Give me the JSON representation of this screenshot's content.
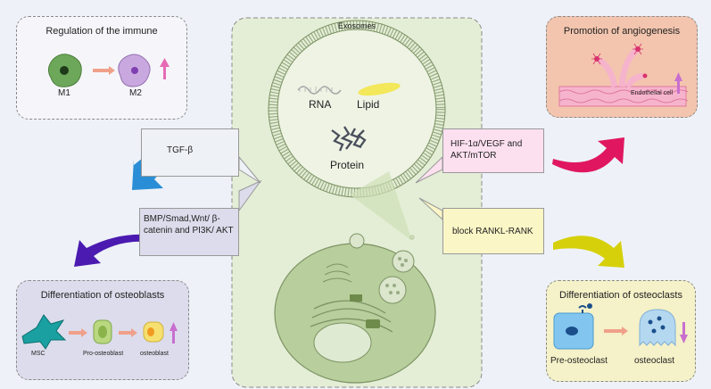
{
  "center": {
    "title": "Exosomes",
    "rna": "RNA",
    "lipid": "Lipid",
    "protein": "Protein"
  },
  "panels": {
    "immune": {
      "title": "Regulation of the immune",
      "m1": "M1",
      "m2": "M2"
    },
    "angio": {
      "title": "Promotion of angiogenesis",
      "cell": "Endothelial cell"
    },
    "osteoblast": {
      "title": "Differentiation of osteoblasts",
      "msc": "MSC",
      "pro": "Pro-osteoblast",
      "ob": "osteoblast"
    },
    "osteoclast": {
      "title": "Differentiation of osteoclasts",
      "pre": "Pre-osteoclast",
      "oc": "osteoclast"
    }
  },
  "callouts": {
    "tgf": "TGF-β",
    "hif": "HIF-1α/VEGF and AKT/mTOR",
    "bmp": "BMP/Smad,Wnt/ β-catenin and PI3K/ AKT",
    "rankl": "block RANKL-RANK"
  },
  "colors": {
    "center_bg": "#e4eed6",
    "immune_bg": "#f6f6fa",
    "angio_bg": "#f3c5ae",
    "osteoblast_bg": "#dcdcec",
    "osteoclast_bg": "#f5f1c8",
    "arrow_blue": "#2a8ed6",
    "arrow_red": "#e01760",
    "arrow_purple": "#4b1ab0",
    "arrow_yellow": "#d6d00a"
  }
}
